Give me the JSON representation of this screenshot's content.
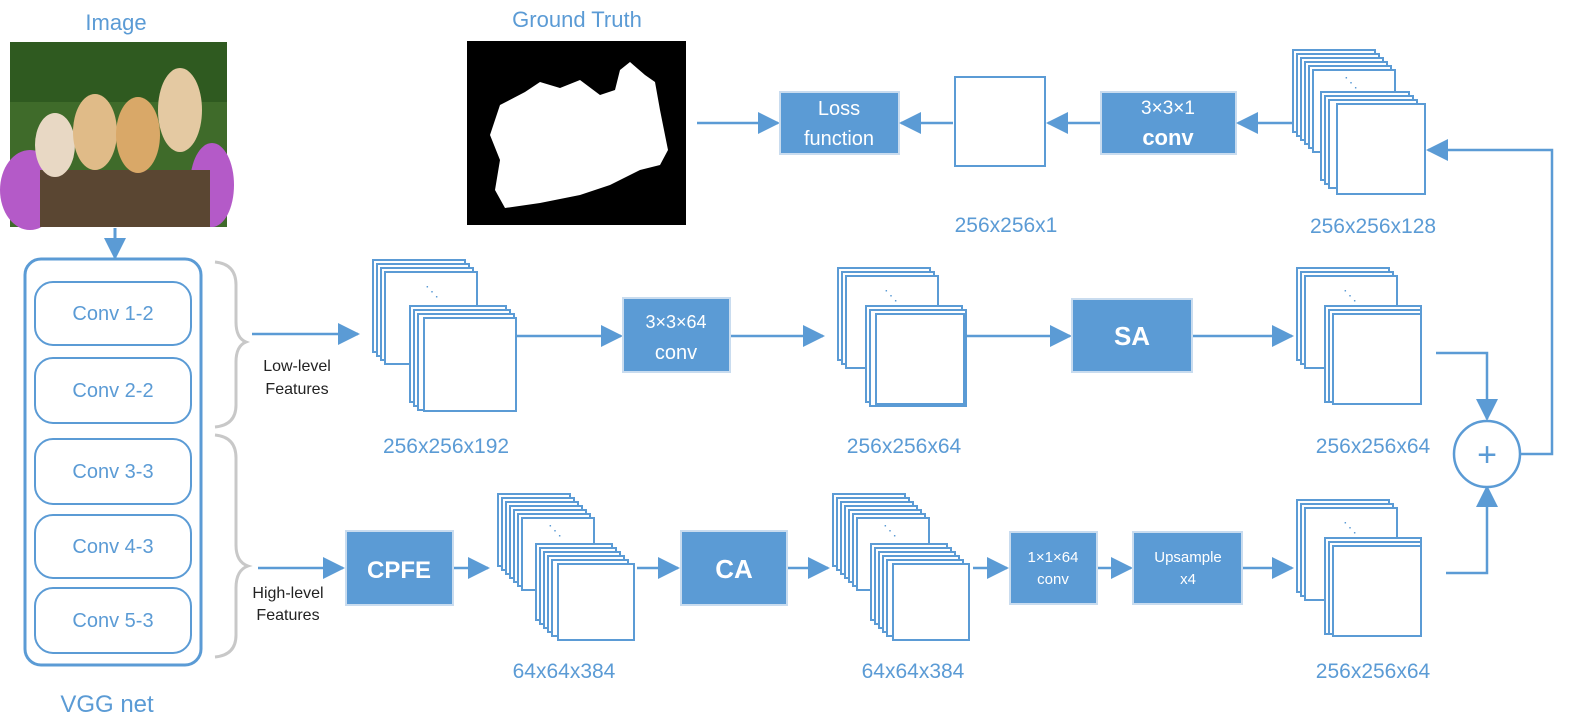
{
  "colors": {
    "accent": "#5b9bd5",
    "box_fill": "#5b9bd5",
    "box_text": "#ffffff",
    "bracket": "#c8c8c8"
  },
  "labels": {
    "image_title": "Image",
    "gt_title": "Ground Truth",
    "vgg_title": "VGG net",
    "low_level": [
      "Low-level",
      "Features"
    ],
    "high_level": [
      "High-level",
      "Features"
    ]
  },
  "vgg_layers": [
    "Conv 1-2",
    "Conv 2-2",
    "Conv 3-3",
    "Conv 4-3",
    "Conv 5-3"
  ],
  "op_boxes": {
    "loss": [
      "Loss",
      "function"
    ],
    "conv3x3x1": [
      "3×3×1",
      "conv"
    ],
    "conv3x3x64": [
      "3×3×64",
      "conv"
    ],
    "sa": [
      "SA"
    ],
    "cpfe": [
      "CPFE"
    ],
    "ca": [
      "CA"
    ],
    "conv1x1x64": [
      "1×1×64",
      "conv"
    ],
    "upsample": [
      "Upsample",
      "x4"
    ]
  },
  "dims": {
    "top_single": "256x256x1",
    "top_stack": "256x256x128",
    "mid_1": "256x256x192",
    "mid_2": "256x256x64",
    "mid_3": "256x256x64",
    "low_1": "64x64x384",
    "low_2": "64x64x384",
    "low_3": "256x256x64"
  },
  "symbols": {
    "sum": "+"
  }
}
